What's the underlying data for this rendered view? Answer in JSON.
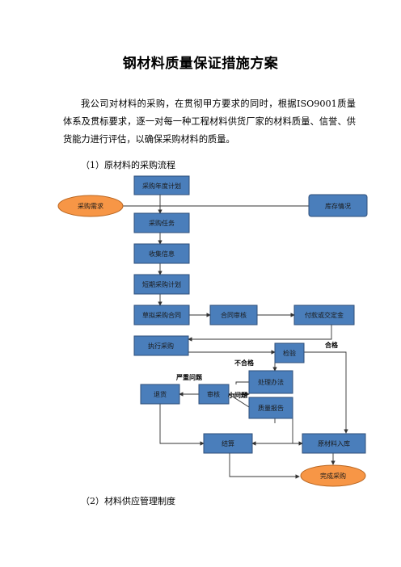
{
  "doc": {
    "title": "钢材料质量保证措施方案",
    "intro": "我公司对材料的采购，在贯彻甲方要求的同时，根据ISO9001质量体系及贯标要求，逐一对每一种工程材料供货厂家的材料质量、信誉、供货能力进行评估，以确保采购材料的质量。",
    "section1": "（1）原材料的采购流程",
    "section2": "（2）材料供应管理制度"
  },
  "flow": {
    "annual_plan": "采购年度计划",
    "demand": "采购需求",
    "stock": "库存情况",
    "task": "采购任务",
    "collect": "收集信息",
    "short_plan": "短期采购计划",
    "draft_contract": "草拟采购合同",
    "review_contract": "合同审核",
    "pay_deposit": "付款或交定金",
    "execute": "执行采购",
    "inspect": "检验",
    "handle": "处理办法",
    "return": "退货",
    "audit": "审核",
    "quality_report": "质量报告",
    "settle": "结算",
    "warehouse": "原材料入库",
    "complete": "完成采购",
    "pass": "合格",
    "fail": "不合格",
    "serious": "严重问题",
    "minor": "小问题"
  }
}
